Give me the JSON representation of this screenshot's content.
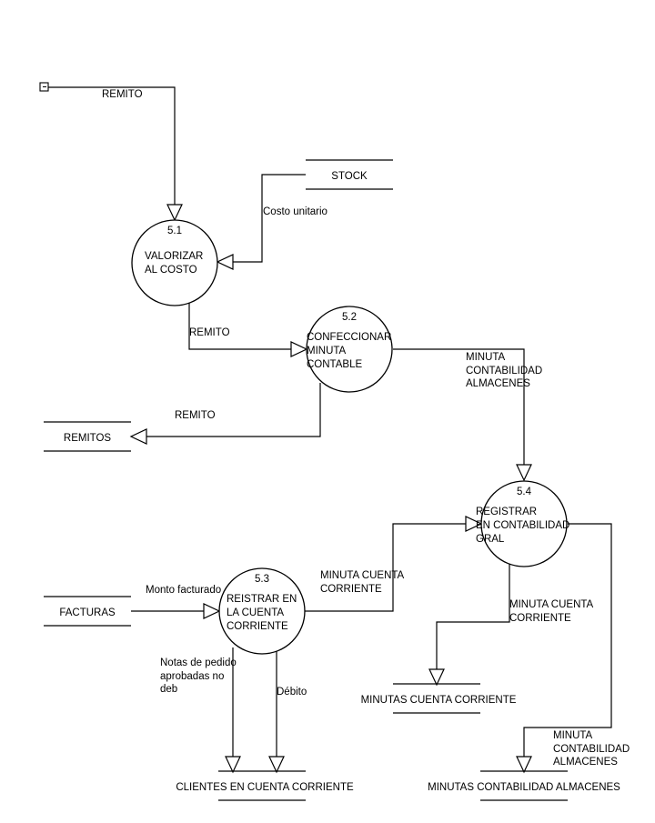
{
  "processes": {
    "p51": {
      "number": "5.1",
      "lines": [
        "VALORIZAR",
        "AL COSTO"
      ]
    },
    "p52": {
      "number": "5.2",
      "lines": [
        "CONFECCIONAR",
        "MINUTA",
        "CONTABLE"
      ]
    },
    "p53": {
      "number": "5.3",
      "lines": [
        "REISTRAR EN",
        "LA CUENTA",
        "CORRIENTE"
      ]
    },
    "p54": {
      "number": "5.4",
      "lines": [
        "REGISTRAR",
        "EN CONTABILIDAD",
        "GRAL"
      ]
    }
  },
  "stores": {
    "stock": "STOCK",
    "remitos": "REMITOS",
    "facturas": "FACTURAS",
    "minutas_cc": "MINUTAS CUENTA CORRIENTE",
    "clientes_cc": "CLIENTES EN CUENTA CORRIENTE",
    "minutas_ca": "MINUTAS CONTABILIDAD ALMACENES"
  },
  "flows": {
    "remito_in": "REMITO",
    "costo_unitario": "Costo unitario",
    "remito_51_52": "REMITO",
    "remito_out": "REMITO",
    "minuta_ca_52_54": [
      "MINUTA",
      "CONTABILIDAD",
      "ALMACENES"
    ],
    "monto_facturado": "Monto facturado",
    "minuta_cc_53_54": [
      "MINUTA CUENTA",
      "CORRIENTE"
    ],
    "minuta_cc_54_store": [
      "MINUTA CUENTA",
      "CORRIENTE"
    ],
    "notas_pedido": [
      "Notas de pedido",
      "aprobadas no",
      "deb"
    ],
    "debito": "Débito",
    "minuta_ca_54_store": [
      "MINUTA",
      "CONTABILIDAD",
      "ALMACENES"
    ]
  }
}
